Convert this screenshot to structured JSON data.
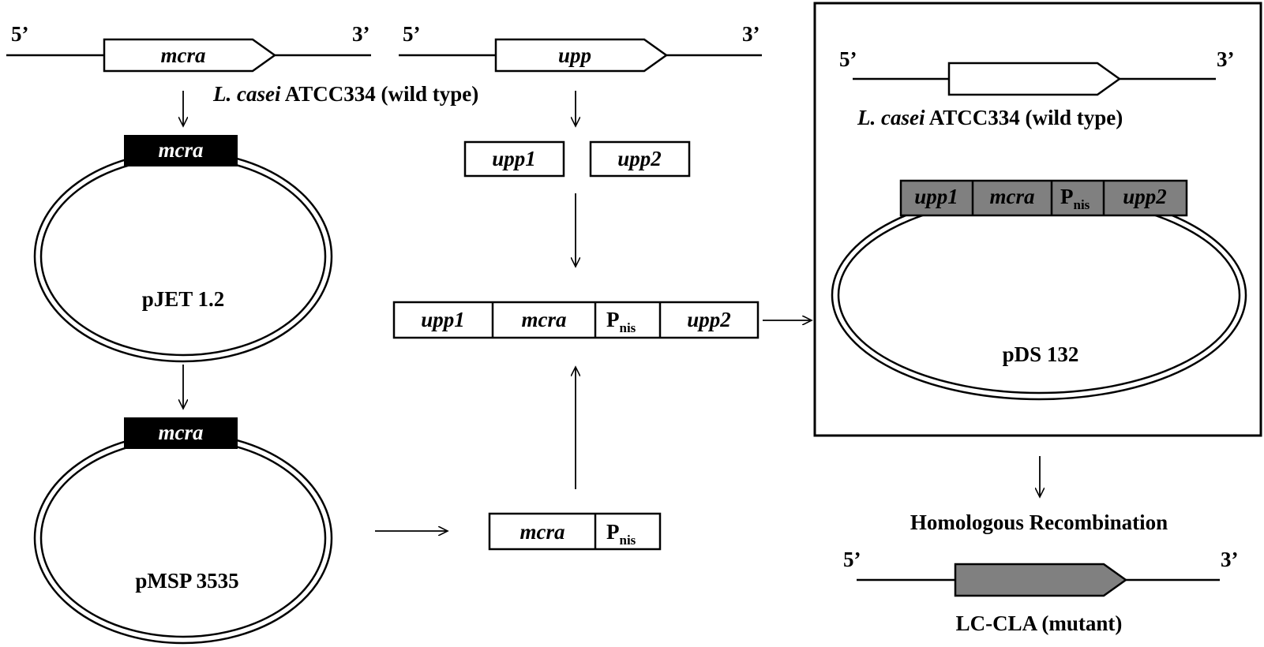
{
  "strand_ends": {
    "five": "5’",
    "three": "3’"
  },
  "genes": {
    "mcra": "mcra",
    "upp": "upp"
  },
  "wild_type": {
    "species": "L. casei",
    "strain": "ATCC334 (wild type)"
  },
  "fragments": {
    "upp1": "upp1",
    "upp2": "upp2"
  },
  "promoter": {
    "base": "P",
    "sub": "nis"
  },
  "plasmids": {
    "pjet": "pJET 1.2",
    "pmsp": "pMSP 3535",
    "pds": "pDS 132"
  },
  "recombination": {
    "label": "Homologous Recombination"
  },
  "mutant": {
    "label": "LC-CLA (mutant)"
  },
  "colors": {
    "ink": "#000000",
    "insert_fill": "#808080",
    "marker_fill": "#000000",
    "background": "#ffffff"
  }
}
